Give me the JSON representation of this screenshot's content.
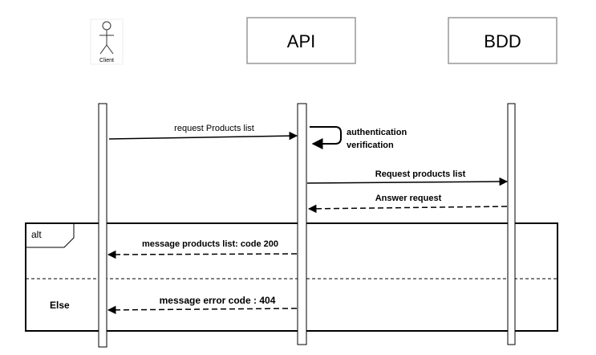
{
  "participants": {
    "client": {
      "label": "Client",
      "kind": "actor"
    },
    "api": {
      "label": "API",
      "kind": "box"
    },
    "bdd": {
      "label": "BDD",
      "kind": "box"
    }
  },
  "messages": [
    {
      "id": "m1",
      "label": "request Products list",
      "from": "client",
      "to": "api",
      "style": "solid",
      "bold": false
    },
    {
      "id": "m2",
      "label": "authentication\nverification",
      "label_lines": [
        "authentication",
        "verification"
      ],
      "from": "api",
      "to": "api",
      "style": "self",
      "bold": true
    },
    {
      "id": "m3",
      "label": "Request products list",
      "from": "api",
      "to": "bdd",
      "style": "solid",
      "bold": true
    },
    {
      "id": "m4",
      "label": "Answer request",
      "from": "bdd",
      "to": "api",
      "style": "dashed",
      "bold": true
    },
    {
      "id": "m5",
      "label": "message products list: code 200",
      "from": "api",
      "to": "client",
      "style": "dashed",
      "bold": true
    },
    {
      "id": "m6",
      "label": "message error code : 404",
      "from": "api",
      "to": "client",
      "style": "dashed",
      "bold": true
    }
  ],
  "alt_fragment": {
    "operator": "alt",
    "else_label": "Else"
  }
}
